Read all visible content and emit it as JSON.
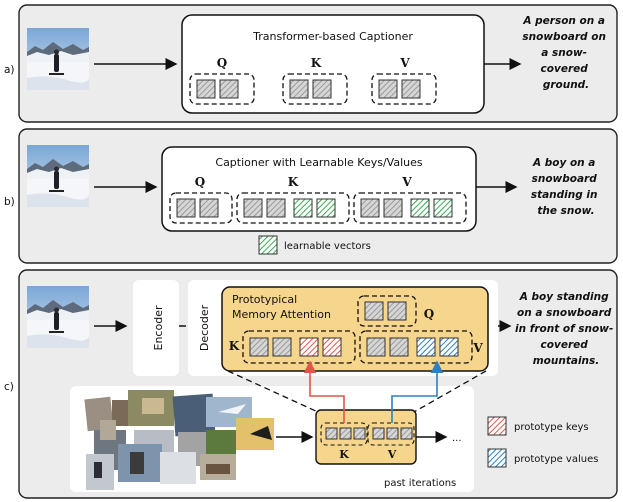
{
  "panel_a": {
    "label": "a)",
    "box_title": "Transformer-based Captioner",
    "q": "Q",
    "k": "K",
    "v": "V",
    "caption_lines": [
      "A person on a",
      "snowboard on",
      "a snow-",
      "covered",
      "ground."
    ]
  },
  "panel_b": {
    "label": "b)",
    "box_title": "Captioner with Learnable Keys/Values",
    "q": "Q",
    "k": "K",
    "v": "V",
    "legend": "learnable vectors",
    "caption_lines": [
      "A boy on a",
      "snowboard",
      "standing in",
      "the snow."
    ]
  },
  "panel_c": {
    "label": "c)",
    "encoder": "Encoder",
    "decoder": "Decoder",
    "memory_title_lines": [
      "Prototypical",
      "Memory Attention"
    ],
    "q": "Q",
    "k": "K",
    "v": "V",
    "small_k": "K",
    "small_v": "V",
    "ellipsis": "...",
    "past_iterations": "past iterations",
    "legend_keys": "prototype keys",
    "legend_values": "prototype values",
    "caption_lines": [
      "A boy standing",
      "on a snowboard",
      "in front of snow-",
      "covered",
      "mountains."
    ]
  },
  "colors": {
    "panel_bg": "#ececec",
    "memory_fill": "#f6d68c",
    "gray_vector": "#b4b4b4",
    "green_vector": "#3daa55",
    "red_vector": "#e0574a",
    "blue_vector": "#2f7fc1"
  }
}
